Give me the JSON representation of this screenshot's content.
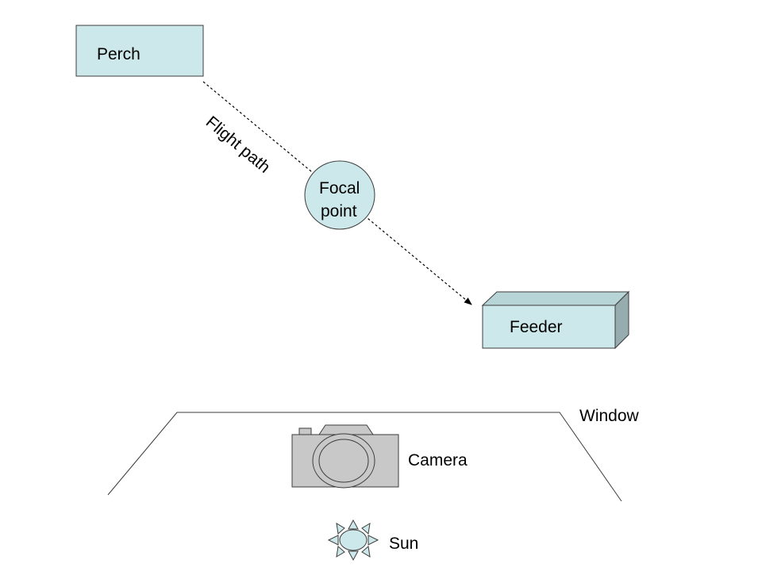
{
  "labels": {
    "perch": "Perch",
    "flight_path": "Flight path",
    "focal_line1": "Focal",
    "focal_line2": "point",
    "feeder": "Feeder",
    "window": "Window",
    "camera": "Camera",
    "sun": "Sun"
  },
  "colors": {
    "box_fill": "#cde8ea",
    "feeder_side": "#96acae",
    "feeder_top": "#b7d4d6",
    "camera_fill": "#c8c8c8",
    "camera_dark": "#a8a8a8",
    "sun_fill": "#cde8ea",
    "sun_ray": "#cde8ea",
    "stroke": "#3c3c3c"
  }
}
